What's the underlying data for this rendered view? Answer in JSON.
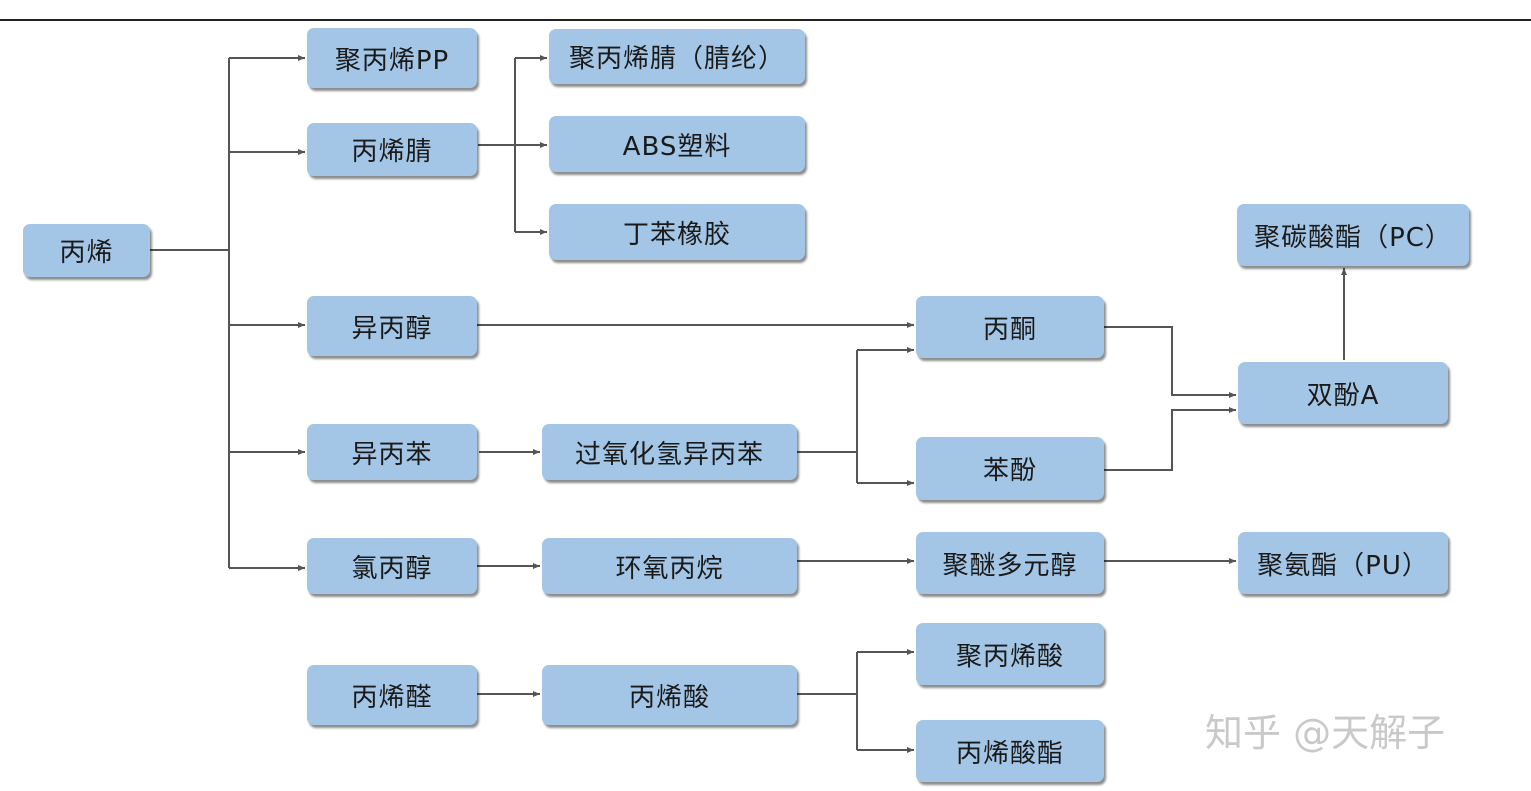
{
  "nodes": {
    "propylene": "丙烯",
    "polypropylene": "聚丙烯PP",
    "acrylonitrile": "丙烯腈",
    "polyacrylonitrile": "聚丙烯腈（腈纶）",
    "abs": "ABS塑料",
    "nbr": "丁苯橡胶",
    "isopropanol": "异丙醇",
    "cumene": "异丙苯",
    "cumene_hydroperoxide": "过氧化氢异丙苯",
    "epichlorohydrin_src": "氯丙醇",
    "epoxy_propane": "环氧丙烷",
    "acrolein": "丙烯醛",
    "acrylic_acid": "丙烯酸",
    "acetone": "丙酮",
    "phenol": "苯酚",
    "polyether_polyol": "聚醚多元醇",
    "polyacrylic_acid": "聚丙烯酸",
    "acrylate": "丙烯酸酯",
    "bisphenol_a": "双酚A",
    "polycarbonate": "聚碳酸酯（PC）",
    "polyurethane": "聚氨酯（PU）"
  },
  "watermark": "知乎 @天解子",
  "colors": {
    "node_fill": "#a4c6e6",
    "line": "#555555"
  }
}
